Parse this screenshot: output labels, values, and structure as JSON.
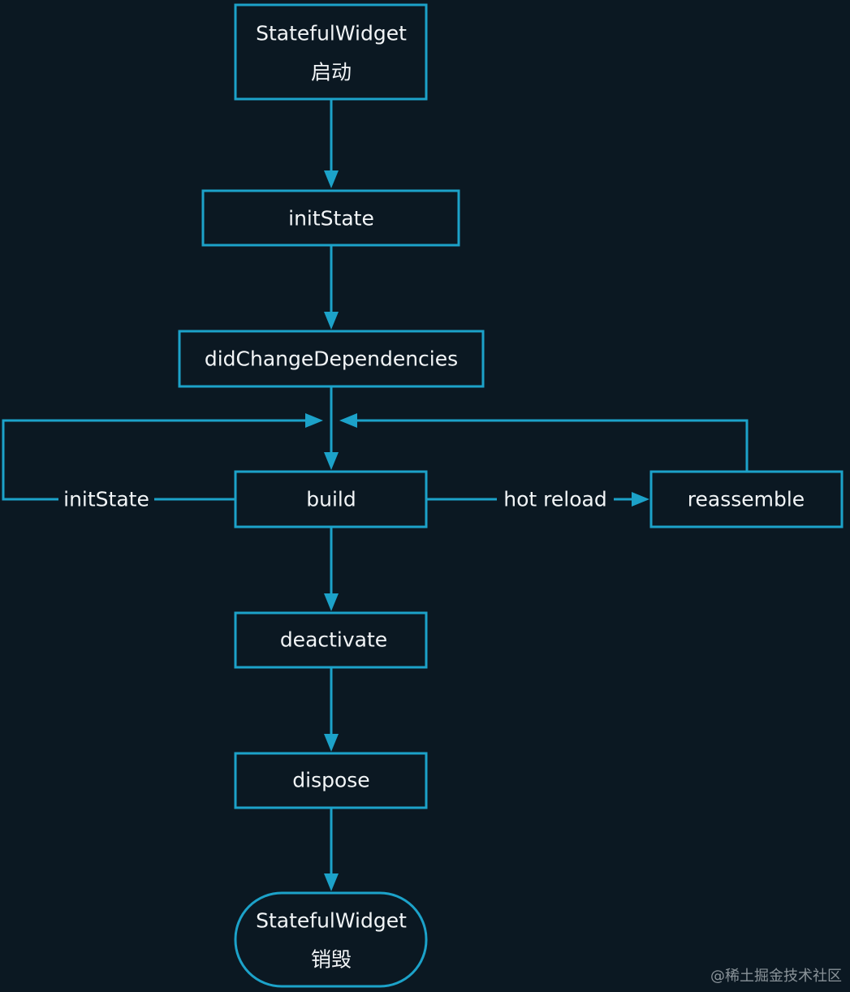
{
  "diagram": {
    "nodes": {
      "start_line1": "StatefulWidget",
      "start_line2": "启动",
      "init_state": "initState",
      "did_change_dependencies": "didChangeDependencies",
      "build": "build",
      "reassemble": "reassemble",
      "deactivate": "deactivate",
      "dispose": "dispose",
      "end_line1": "StatefulWidget",
      "end_line2": "销毁"
    },
    "edge_labels": {
      "loop_init_state": "initState",
      "hot_reload": "hot reload"
    },
    "colors": {
      "background": "#0b1822",
      "stroke": "#1ca2c9",
      "text": "#f2f5f7"
    }
  },
  "watermark": "@稀土掘金技术社区"
}
